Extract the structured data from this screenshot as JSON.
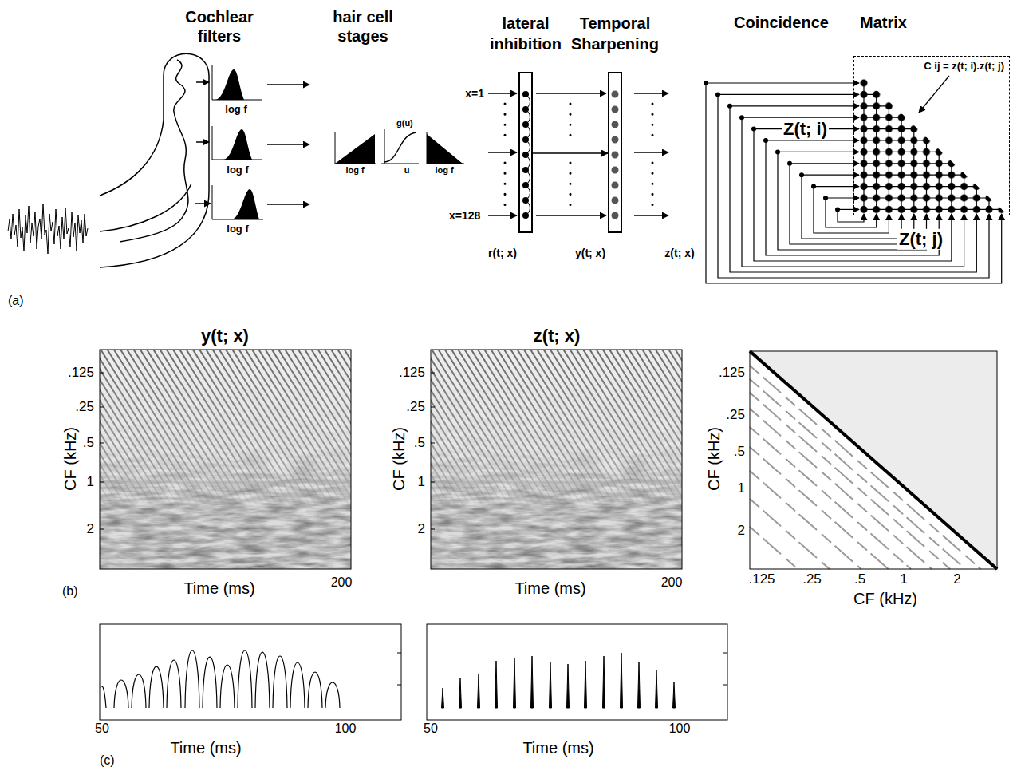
{
  "diagram": {
    "nodes": [
      {
        "text": [
          "lateral inhibition"
        ]
      },
      {
        "text": [
          "Temporal Sharpening"
        ]
      },
      {
        "text": [
          "C ij = z(t; i).z(t; j)"
        ]
      }
    ],
    "edges": [
      {
        "from": 0,
        "to": 1,
        "arrow": "to"
      }
    ],
    "labels": [
      "Cochlear filters",
      "hair cell stages",
      "Coincidence",
      "Matrix",
      "log f",
      "log f",
      "log f",
      "log f",
      "g(u)",
      "u",
      "log f",
      "x=1",
      "x=128",
      "r(t; x)",
      "y(t; x)",
      "z(t; x)",
      "Z(t; i)",
      "Z(t; j)",
      "(a)",
      "y(t; x)",
      "CF (kHz)",
      ".125",
      ".25",
      ".5",
      "1",
      "2",
      "Time (ms)",
      "200",
      "(b)",
      "z(t; x)",
      "CF (kHz)",
      ".125",
      ".25",
      ".5",
      "1",
      "2",
      "Time (ms)",
      "200",
      "CF (kHz)",
      ".125",
      ".25",
      ".5",
      "1",
      "2",
      ".125",
      ".25",
      ".5",
      "1",
      "2",
      "CF (kHz)",
      "50",
      "Time (ms)",
      "100",
      "(c)",
      "50",
      "Time (ms)",
      "100"
    ]
  }
}
